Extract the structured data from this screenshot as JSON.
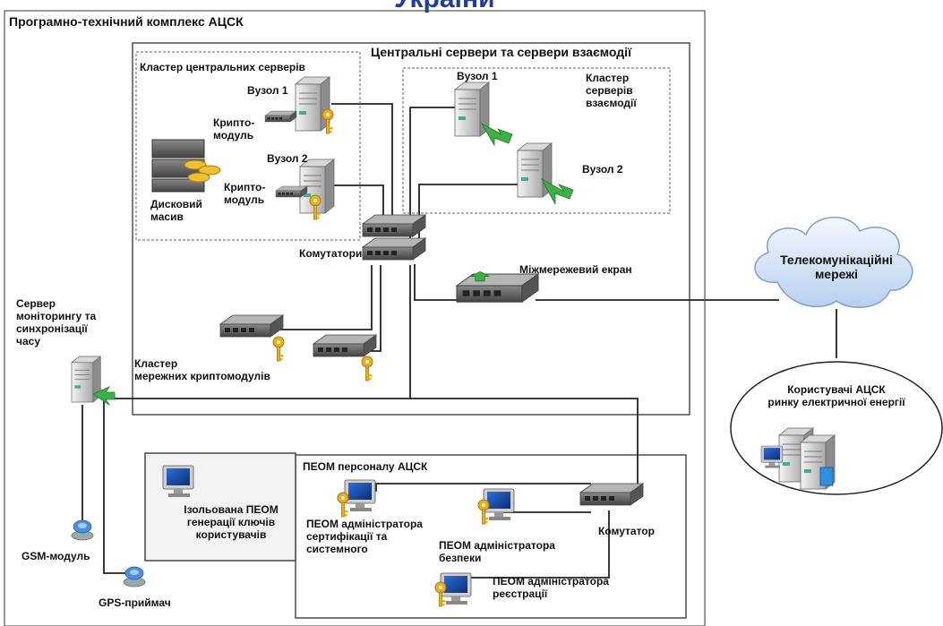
{
  "page": {
    "title_fragment": "України"
  },
  "complex": {
    "title": "Програмно-технічний комплекс АЦСК"
  },
  "central": {
    "title": "Центральні сервери та сервери взаємодії",
    "cluster_title": "Кластер центральних серверів",
    "node1": "Вузол 1",
    "node2": "Вузол 2",
    "crypto1": "Крипто-\nмодуль",
    "crypto2": "Крипто-\nмодуль",
    "disk_array": "Дисковий\nмасив",
    "switches": "Комутатори",
    "interaction": {
      "node1": "Вузол 1",
      "node2": "Вузол 2",
      "cluster_title": "Кластер\nсерверів\nвзаємодії"
    },
    "firewall": "Міжмережевий екран",
    "net_crypto_cluster": "Кластер\nмережних криптомодулів"
  },
  "monitoring": {
    "title": "Сервер\nмоніторингу та\nсинхронізації\nчасу"
  },
  "gsm": {
    "label": "GSM-модуль"
  },
  "gps": {
    "label": "GPS-приймач"
  },
  "isolated_pc": {
    "label": "Ізольована ПЕОМ\nгенерації ключів\nкористувачів"
  },
  "staff": {
    "title": "ПЕОМ персоналу АЦСК",
    "admin_cert": "ПЕОМ адміністратора\nсертифікації та\nсистемного",
    "admin_security": "ПЕОМ адміністратора\nбезпеки",
    "admin_registration": "ПЕОМ адміністратора\nреєстрації",
    "switch": "Комутатор"
  },
  "telecom": {
    "label": "Телекомунікаційні\nмережі"
  },
  "users": {
    "label": "Користувачі АЦСК\nринку електричної енергії"
  },
  "colors": {
    "title_blue": "#1f3c9e",
    "arrow_green": "#3cb043",
    "key_gold": "#e8b020",
    "cloud_blue": "#cfe0f5"
  }
}
